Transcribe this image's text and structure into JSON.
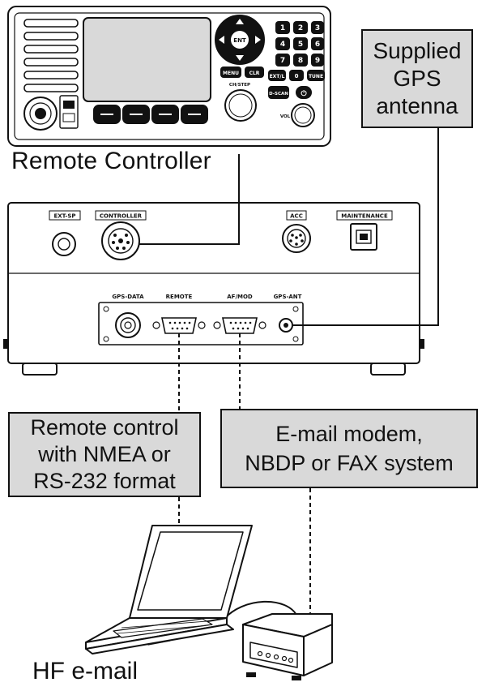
{
  "labels": {
    "remote_controller": "Remote Controller",
    "hf_email": "HF e-mail"
  },
  "boxes": {
    "gps_antenna": [
      "Supplied",
      "GPS",
      "antenna"
    ],
    "remote_control": [
      "Remote control",
      "with NMEA or",
      "RS-232 format"
    ],
    "email_modem": [
      "E-mail modem,",
      "NBDP or FAX system"
    ]
  },
  "controller": {
    "keys": {
      "ent": "ENT",
      "menu": "MENU",
      "clr": "CLR",
      "ext": "EXT/L",
      "zero": "0",
      "tune": "TUNE",
      "dscan": "D-SCAN",
      "chstep": "CH/STEP",
      "vol": "VOL",
      "digits": [
        "1",
        "2",
        "3",
        "4",
        "5",
        "6",
        "7",
        "8",
        "9"
      ]
    }
  },
  "transceiver": {
    "top_ports": {
      "ext_sp": "EXT-SP",
      "controller": "CONTROLLER",
      "acc": "ACC",
      "maintenance": "MAINTENANCE"
    },
    "rear_ports": {
      "gps_data": "GPS-DATA",
      "remote": "REMOTE",
      "af_mod": "AF/MOD",
      "gps_ant": "GPS-ANT"
    }
  }
}
